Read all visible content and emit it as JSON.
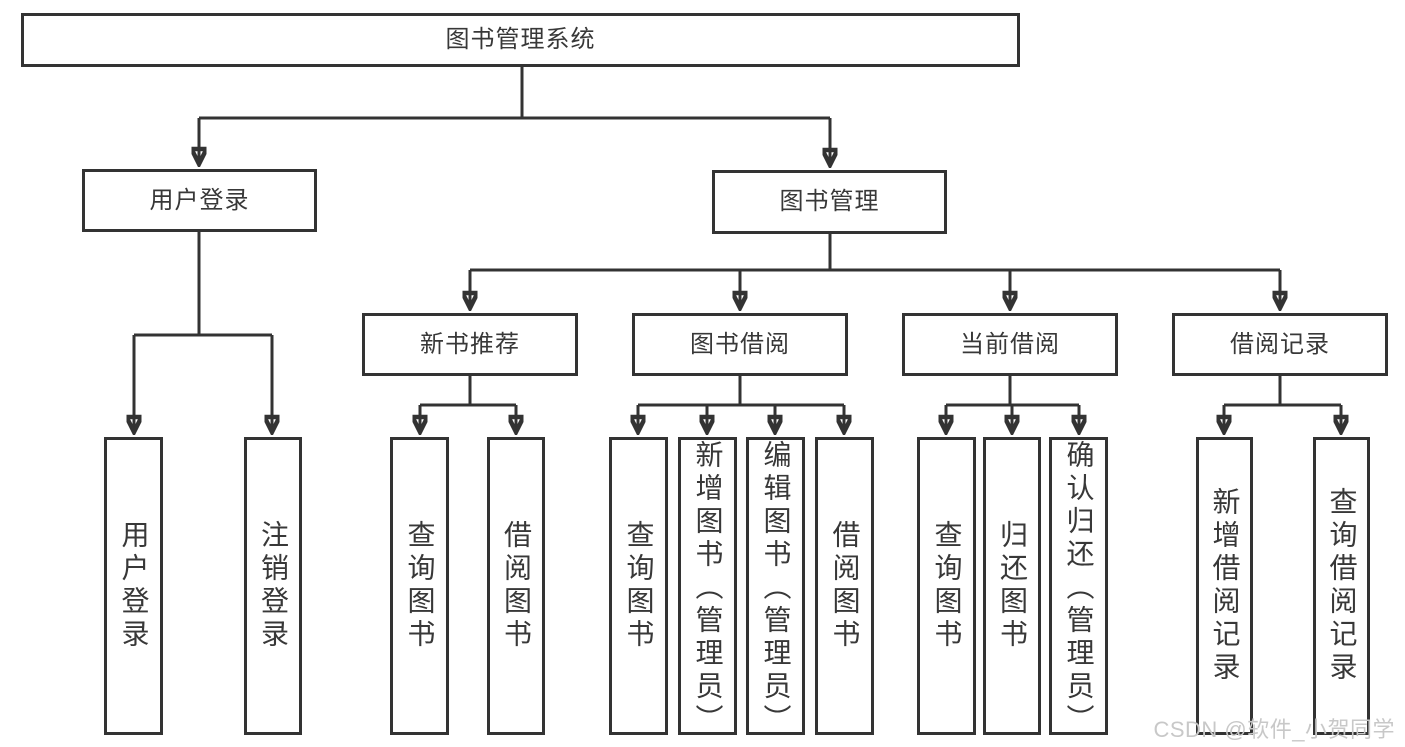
{
  "diagram": {
    "title_note": "functional structure tree of a library management system",
    "root": {
      "label": "图书管理系统"
    },
    "level2": [
      {
        "label": "用户登录"
      },
      {
        "label": "图书管理"
      }
    ],
    "level3": [
      {
        "label": "新书推荐"
      },
      {
        "label": "图书借阅"
      },
      {
        "label": "当前借阅"
      },
      {
        "label": "借阅记录"
      }
    ],
    "leaves": [
      {
        "label": "用户登录",
        "parent": "用户登录"
      },
      {
        "label": "注销登录",
        "parent": "用户登录"
      },
      {
        "label": "查询图书",
        "parent": "新书推荐"
      },
      {
        "label": "借阅图书",
        "parent": "新书推荐"
      },
      {
        "label": "查询图书",
        "parent": "图书借阅"
      },
      {
        "label": "新增图书（管理员）",
        "parent": "图书借阅"
      },
      {
        "label": "编辑图书（管理员）",
        "parent": "图书借阅"
      },
      {
        "label": "借阅图书",
        "parent": "图书借阅"
      },
      {
        "label": "查询图书",
        "parent": "当前借阅"
      },
      {
        "label": "归还图书",
        "parent": "当前借阅"
      },
      {
        "label": "确认归还（管理员）",
        "parent": "当前借阅"
      },
      {
        "label": "新增借阅记录",
        "parent": "借阅记录"
      },
      {
        "label": "查询借阅记录",
        "parent": "借阅记录"
      }
    ]
  },
  "watermark": {
    "text": "CSDN @软件_小贺同学"
  },
  "colors": {
    "line": "#333333",
    "text": "#383838",
    "watermark": "#c8c8c8",
    "background": "#ffffff"
  }
}
